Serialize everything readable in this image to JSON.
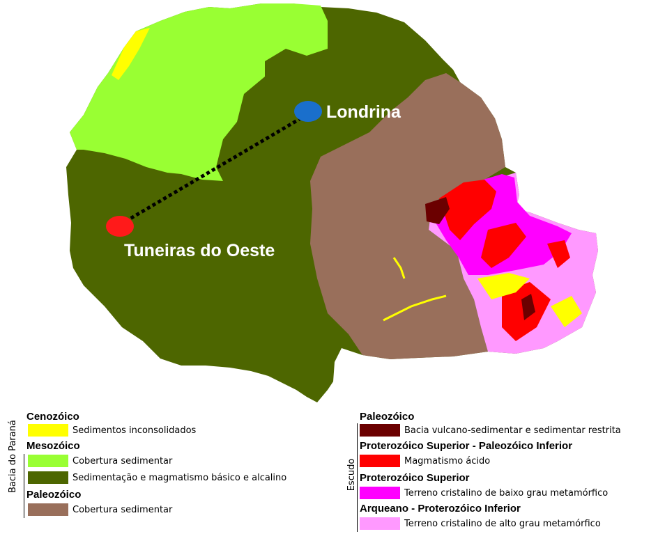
{
  "map": {
    "cities": {
      "londrina": "Londrina",
      "tuneiras": "Tuneiras do Oeste"
    },
    "colors": {
      "cenozoico": "#ffff00",
      "mesozoico_cobertura": "#99ff33",
      "mesozoico_magmatismo": "#4d6600",
      "paleozoico_cobertura": "#996f5b",
      "bacia_vulcano": "#6b0000",
      "magmatismo_acido": "#ff0000",
      "baixo_grau": "#ff00ff",
      "alto_grau": "#ff99ff",
      "city_blue": "#1a6fcc",
      "city_red": "#ff1a1a"
    }
  },
  "legend": {
    "left": {
      "cenozoico": {
        "era": "Cenozóico",
        "items": [
          "Sedimentos inconsolidados"
        ]
      },
      "mesozoico": {
        "era": "Mesozóico",
        "items": [
          "Cobertura sedimentar",
          "Sedimentação e magmatismo básico e alcalino"
        ]
      },
      "paleozoico": {
        "era": "Paleozóico",
        "items": [
          "Cobertura sedimentar"
        ]
      },
      "group_label": "Bacia do Paraná"
    },
    "right": {
      "paleozoico": {
        "era": "Paleozóico",
        "items": [
          "Bacia vulcano-sedimentar e sedimentar restrita"
        ]
      },
      "prot_sup_paleo_inf": {
        "era": "Proterozóico Superior - Paleozóico Inferior",
        "items": [
          "Magmatismo ácido"
        ]
      },
      "prot_sup": {
        "era": "Proterozóico Superior",
        "items": [
          "Terreno cristalino de baixo grau metamórfico"
        ]
      },
      "arqueano": {
        "era": "Arqueano - Proterozóico Inferior",
        "items": [
          "Terreno cristalino de alto grau metamórfico"
        ]
      },
      "group_label": "Escudo"
    }
  }
}
